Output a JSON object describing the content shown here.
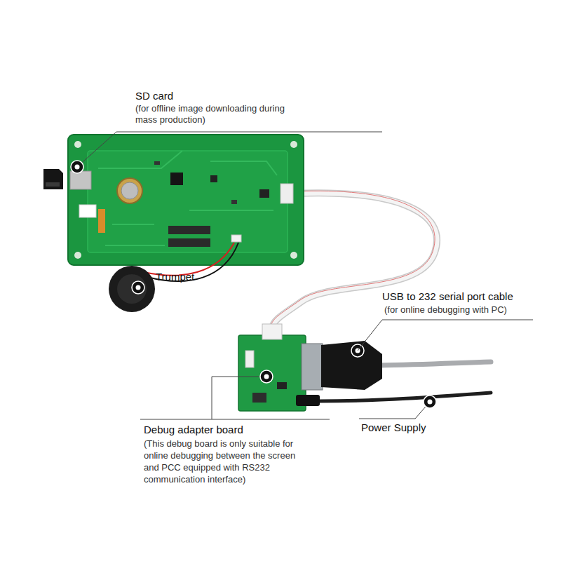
{
  "diagram": {
    "labels": [
      "SD card",
      "(for offline image downloading during mass production)",
      "Trumpet",
      "USB to 232 serial port cable",
      "(for online debugging with PC)",
      "Power Supply",
      "Debug adapter board",
      "(This debug board is only suitable for online debugging between the screen and PCC equipped with RS232 communication interface)"
    ]
  }
}
